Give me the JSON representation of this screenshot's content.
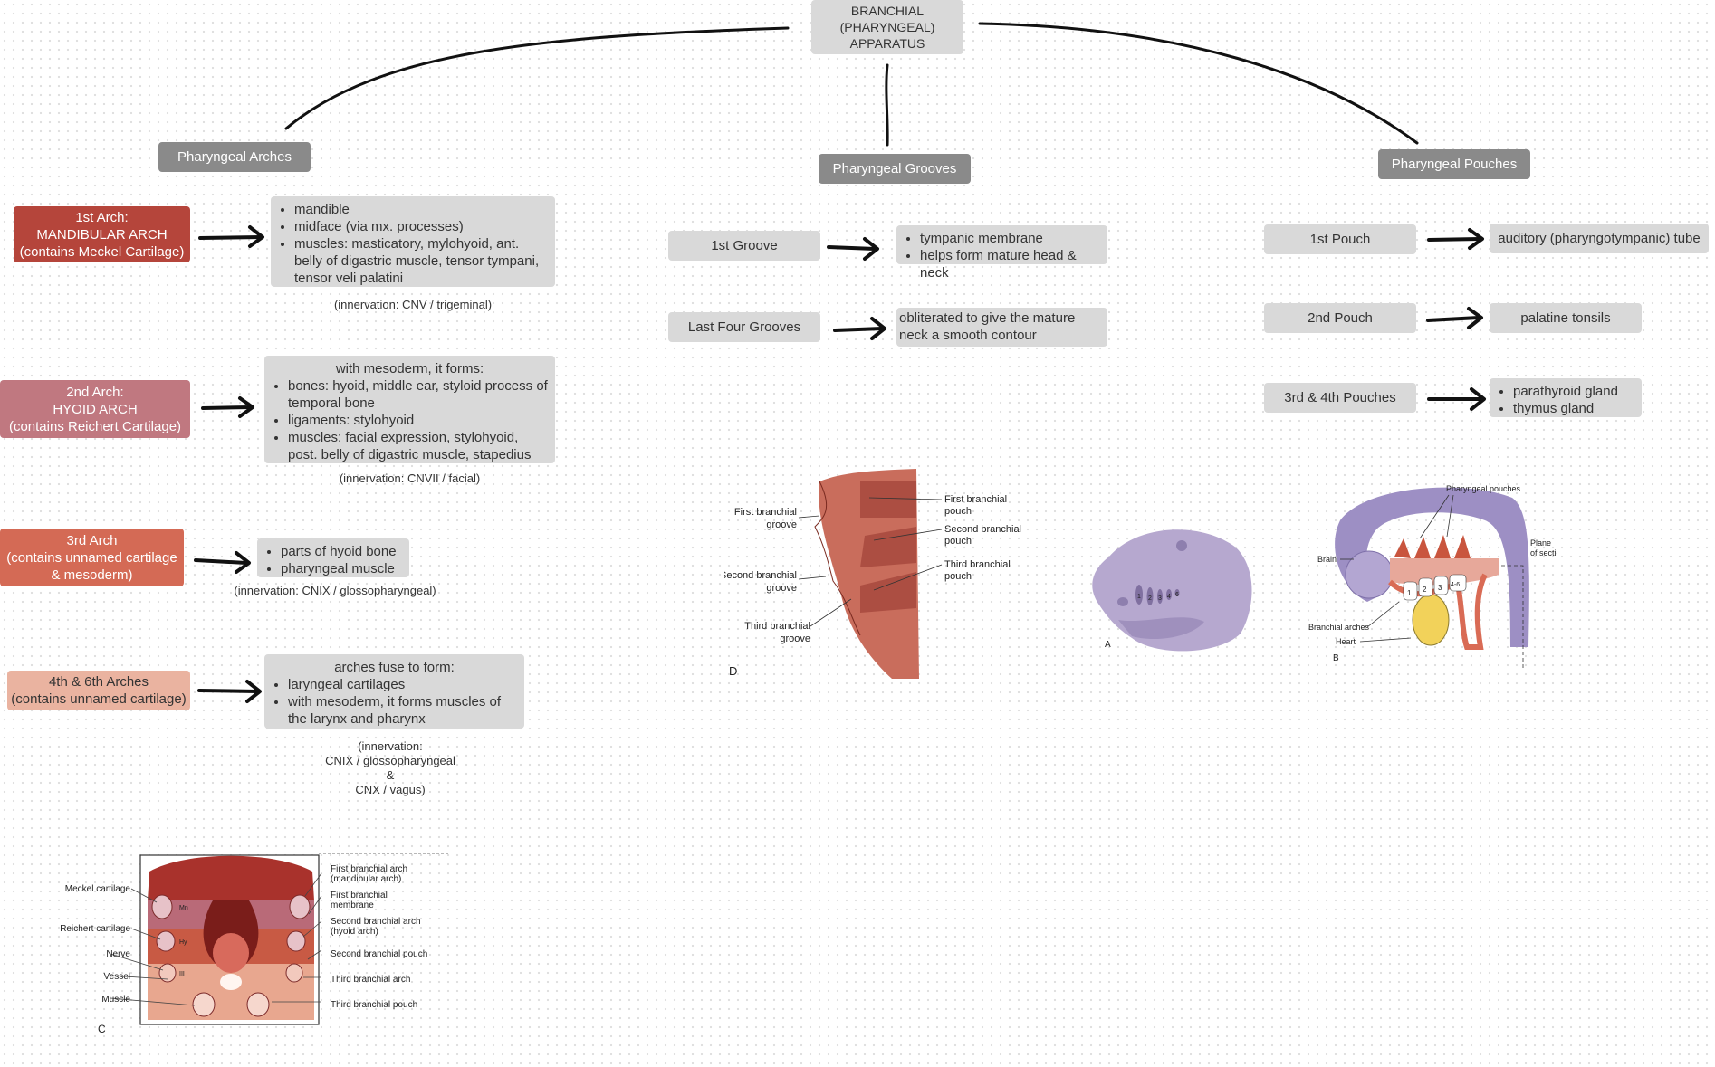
{
  "root": {
    "title": "BRANCHIAL\n(PHARYNGEAL)\nAPPARATUS"
  },
  "arches": {
    "header": "Pharyngeal Arches",
    "items": [
      {
        "label": "1st Arch:\nMANDIBULAR ARCH\n(contains Meckel Cartilage)",
        "color": "#b5453b",
        "text_color": "#ffffff",
        "intro": "",
        "bullets": [
          "mandible",
          "midface (via mx. processes)",
          "muscles: masticatory, mylohyoid, ant. belly of digastric muscle, tensor tympani, tensor veli palatini"
        ],
        "innervation": "(innervation: CNV / trigeminal)"
      },
      {
        "label": "2nd Arch:\nHYOID ARCH\n(contains Reichert Cartilage)",
        "color": "#c07880",
        "text_color": "#ffffff",
        "intro": "with mesoderm, it forms:",
        "bullets": [
          "bones: hyoid, middle ear, styloid process of temporal bone",
          "ligaments: stylohyoid",
          "muscles: facial expression, stylohyoid, post. belly of digastric muscle, stapedius"
        ],
        "innervation": "(innervation: CNVII / facial)"
      },
      {
        "label": "3rd Arch\n(contains unnamed cartilage\n& mesoderm)",
        "color": "#d46a55",
        "text_color": "#ffffff",
        "intro": "",
        "bullets": [
          "parts of hyoid bone",
          "pharyngeal muscle"
        ],
        "innervation": "(innervation: CNIX / glossopharyngeal)"
      },
      {
        "label": "4th & 6th Arches\n(contains unnamed cartilage)",
        "color": "#eab3a0",
        "text_color": "#333333",
        "intro": "arches fuse to form:",
        "bullets": [
          "laryngeal cartilages",
          "with mesoderm, it forms muscles of the larynx and pharynx"
        ],
        "innervation": "(innervation:\nCNIX / glossopharyngeal\n&\nCNX / vagus)"
      }
    ]
  },
  "grooves": {
    "header": "Pharyngeal Grooves",
    "items": [
      {
        "label": "1st Groove",
        "bullets": [
          "tympanic membrane",
          "helps form mature head & neck"
        ]
      },
      {
        "label": "Last Four Grooves",
        "result": "obliterated to give the mature neck a smooth contour"
      }
    ]
  },
  "pouches": {
    "header": "Pharyngeal Pouches",
    "items": [
      {
        "label": "1st Pouch",
        "result": "auditory (pharyngotympanic) tube"
      },
      {
        "label": "2nd Pouch",
        "result": "palatine tonsils"
      },
      {
        "label": "3rd & 4th Pouches",
        "bullets": [
          "parathyroid gland",
          "thymus gland"
        ]
      }
    ]
  },
  "figure_c": {
    "letter": "C",
    "left_labels": [
      "Meckel cartilage",
      "Reichert cartilage",
      "Nerve",
      "Vessel",
      "Muscle"
    ],
    "right_labels": [
      "First branchial arch",
      "(mandibular arch)",
      "First branchial",
      "membrane",
      "Second branchial arch",
      "(hyoid arch)",
      "Second branchial pouch",
      "Third branchial arch",
      "Third branchial pouch"
    ],
    "inner_labels": [
      "Mn",
      "Hy",
      "III"
    ]
  },
  "figure_d": {
    "letter": "D",
    "left_labels": [
      "First branchial",
      "groove",
      "Second branchial",
      "groove",
      "Third branchial",
      "groove"
    ],
    "right_labels": [
      "First branchial",
      "pouch",
      "Second branchial",
      "pouch",
      "Third branchial",
      "pouch"
    ]
  },
  "figure_a": {
    "letter": "A",
    "arch_numbers": [
      "1",
      "2",
      "3",
      "4",
      "6"
    ]
  },
  "figure_b": {
    "letter": "B",
    "labels": [
      "Pharyngeal pouches",
      "Plane",
      "of section",
      "Brain",
      "Branchial arches",
      "Heart"
    ],
    "arch_numbers": [
      "1",
      "2",
      "3",
      "4-6"
    ]
  },
  "colors": {
    "light_box": "#d9d9d9",
    "dark_header": "#8a8a8a",
    "arrow": "#111111"
  }
}
